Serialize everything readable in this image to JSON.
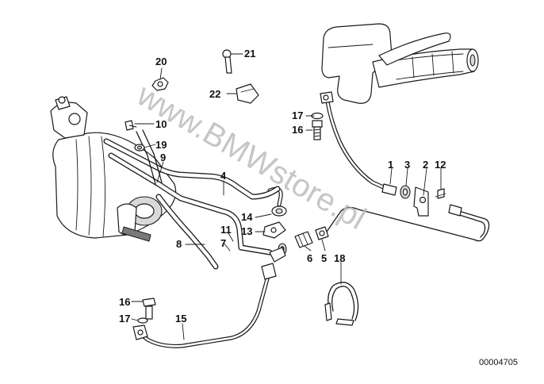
{
  "watermark": "www.BMWstore.pl",
  "document_number": "00004705",
  "callouts": [
    {
      "id": "c20",
      "label": "20"
    },
    {
      "id": "c21",
      "label": "21"
    },
    {
      "id": "c22",
      "label": "22"
    },
    {
      "id": "c10",
      "label": "10"
    },
    {
      "id": "c19",
      "label": "19"
    },
    {
      "id": "c9",
      "label": "9"
    },
    {
      "id": "c4",
      "label": "4"
    },
    {
      "id": "c17a",
      "label": "17"
    },
    {
      "id": "c16a",
      "label": "16"
    },
    {
      "id": "c1",
      "label": "1"
    },
    {
      "id": "c3",
      "label": "3"
    },
    {
      "id": "c2",
      "label": "2"
    },
    {
      "id": "c12",
      "label": "12"
    },
    {
      "id": "c14",
      "label": "14"
    },
    {
      "id": "c13",
      "label": "13"
    },
    {
      "id": "c11",
      "label": "11"
    },
    {
      "id": "c8",
      "label": "8"
    },
    {
      "id": "c7",
      "label": "7"
    },
    {
      "id": "c6",
      "label": "6"
    },
    {
      "id": "c5",
      "label": "5"
    },
    {
      "id": "c18",
      "label": "18"
    },
    {
      "id": "c16b",
      "label": "16"
    },
    {
      "id": "c17b",
      "label": "17"
    },
    {
      "id": "c15",
      "label": "15"
    }
  ]
}
